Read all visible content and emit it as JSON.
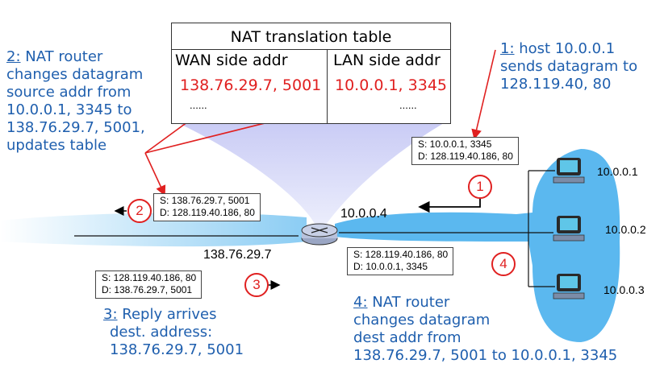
{
  "nat_table": {
    "title": "NAT translation table",
    "wan_header": "WAN side addr",
    "lan_header": "LAN side addr",
    "wan_entry": "138.76.29.7, 5001",
    "lan_entry": "10.0.0.1, 3345",
    "wan_more": "......",
    "lan_more": "......"
  },
  "notes": {
    "step1": {
      "num": "1:",
      "rest": " host 10.0.0.1",
      "line2": "sends datagram to",
      "line3": "128.119.40, 80"
    },
    "step2": {
      "num": "2:",
      "rest": " NAT router",
      "line2": "changes datagram",
      "line3": "source addr from",
      "line4": "10.0.0.1, 3345 to",
      "line5": "138.76.29.7, 5001,",
      "line6": "updates table"
    },
    "step3": {
      "num": "3:",
      "rest": " Reply arrives",
      "line2": "dest. address:",
      "line3": "138.76.29.7, 5001"
    },
    "step4": {
      "num": "4:",
      "rest": " NAT router",
      "line2": "changes datagram",
      "line3": "dest addr from",
      "line4": "138.76.29.7, 5001 to 10.0.0.1, 3345"
    }
  },
  "packets": {
    "p1": {
      "src": "S: 10.0.0.1, 3345",
      "dst": "D: 128.119.40.186, 80"
    },
    "p2": {
      "src": "S: 138.76.29.7, 5001",
      "dst": "D: 128.119.40.186, 80"
    },
    "p3": {
      "src": "S: 128.119.40.186, 80",
      "dst": "D: 138.76.29.7, 5001"
    },
    "p4": {
      "src": "S: 128.119.40.186, 80",
      "dst": "D: 10.0.0.1, 3345"
    }
  },
  "badges": {
    "b1": "1",
    "b2": "2",
    "b3": "3",
    "b4": "4"
  },
  "addresses": {
    "router_lan": "10.0.0.4",
    "router_wan": "138.76.29.7",
    "host1": "10.0.0.1",
    "host2": "10.0.0.2",
    "host3": "10.0.0.3"
  },
  "colors": {
    "annotation": "#1f5fae",
    "highlight": "#e02020",
    "network": "#5bb8ef"
  }
}
